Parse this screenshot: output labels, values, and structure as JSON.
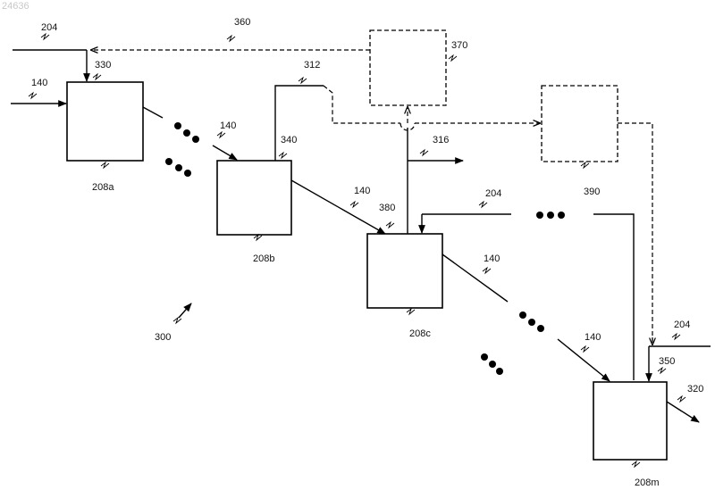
{
  "watermark": "24636",
  "labels": {
    "l204a": "204",
    "l204b": "204",
    "l204c": "204",
    "l140a": "140",
    "l140b": "140",
    "l140c": "140",
    "l140d": "140",
    "l140e": "140",
    "l330": "330",
    "l340": "340",
    "l350": "350",
    "l360": "360",
    "l370": "370",
    "l380": "380",
    "l390": "390",
    "l312": "312",
    "l316": "316",
    "l320": "320",
    "l300": "300",
    "l208a": "208a",
    "l208b": "208b",
    "l208c": "208c",
    "l208m": "208m"
  }
}
